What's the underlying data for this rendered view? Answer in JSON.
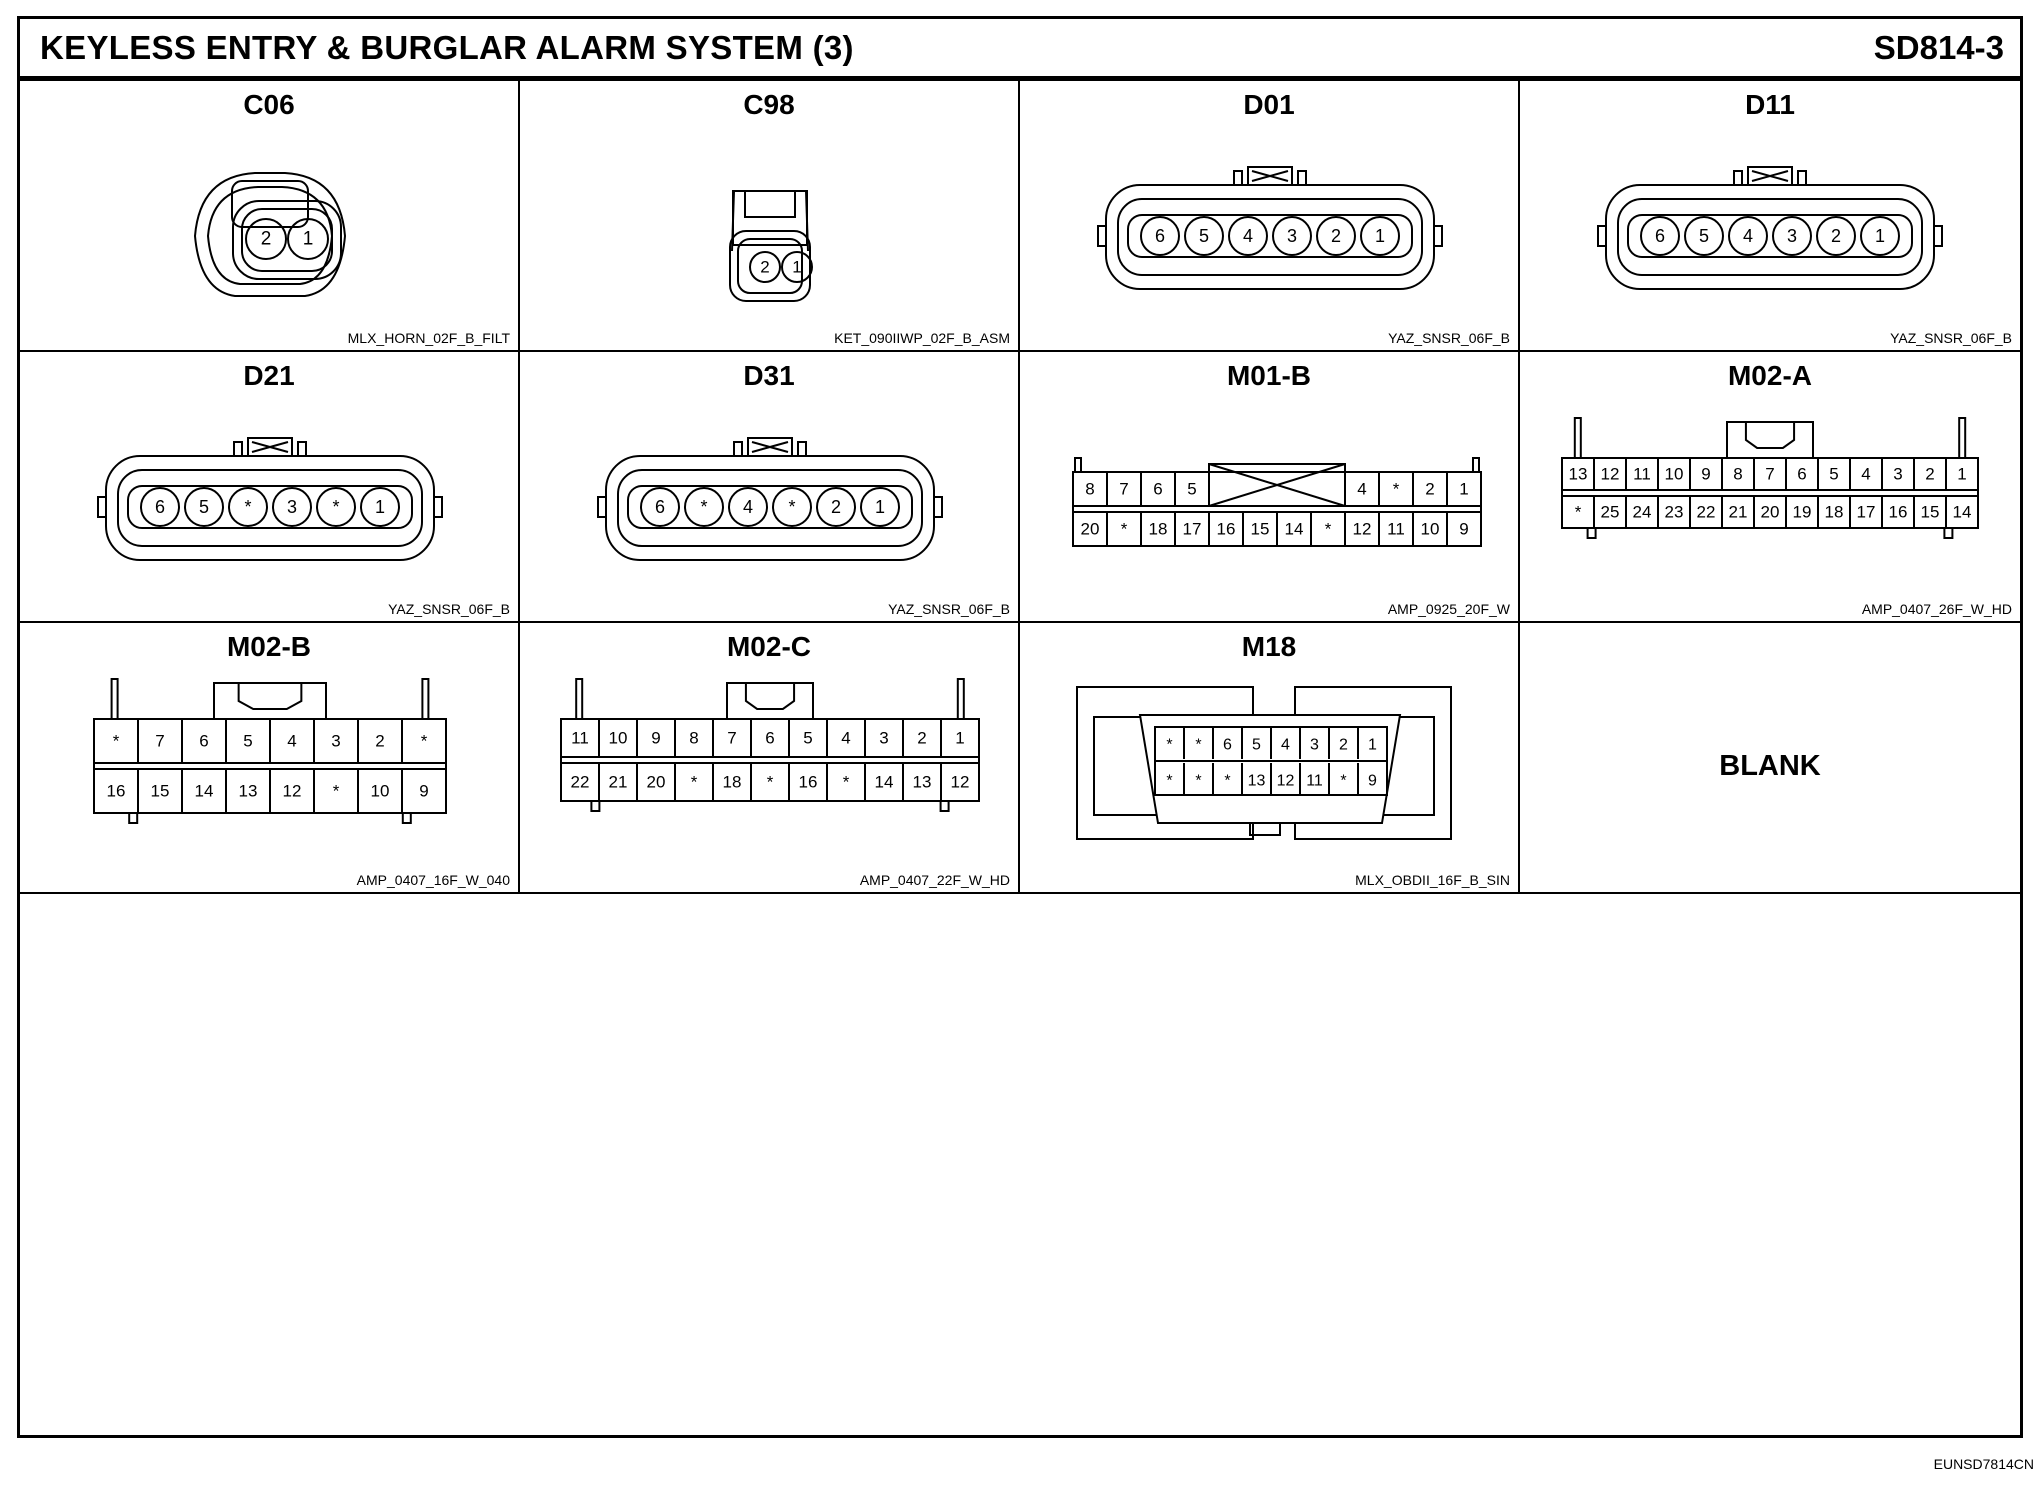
{
  "header": {
    "title": "KEYLESS ENTRY & BURGLAR ALARM SYSTEM (3)",
    "code": "SD814-3"
  },
  "footer_code": "EUNSD7814CN",
  "connectors": [
    {
      "name": "C06",
      "part": "MLX_HORN_02F_B_FILT",
      "style": "horn",
      "pins": [
        [
          "2",
          "1"
        ]
      ]
    },
    {
      "name": "C98",
      "part": "KET_090IIWP_02F_B_ASM",
      "style": "ket",
      "pins": [
        [
          "2",
          "1"
        ]
      ]
    },
    {
      "name": "D01",
      "part": "YAZ_SNSR_06F_B",
      "style": "round",
      "pins": [
        [
          "6",
          "5",
          "4",
          "3",
          "2",
          "1"
        ]
      ]
    },
    {
      "name": "D11",
      "part": "YAZ_SNSR_06F_B",
      "style": "round",
      "pins": [
        [
          "6",
          "5",
          "4",
          "3",
          "2",
          "1"
        ]
      ]
    },
    {
      "name": "D21",
      "part": "YAZ_SNSR_06F_B",
      "style": "round",
      "pins": [
        [
          "6",
          "5",
          "*",
          "3",
          "*",
          "1"
        ]
      ]
    },
    {
      "name": "D31",
      "part": "YAZ_SNSR_06F_B",
      "style": "round",
      "pins": [
        [
          "6",
          "*",
          "4",
          "*",
          "2",
          "1"
        ]
      ]
    },
    {
      "name": "M01-B",
      "part": "AMP_0925_20F_W",
      "style": "m01b",
      "pins": [
        [
          "8",
          "7",
          "6",
          "5",
          "",
          "4",
          "*",
          "2",
          "1"
        ],
        [
          "20",
          "*",
          "18",
          "17",
          "16",
          "15",
          "14",
          "*",
          "12",
          "11",
          "10",
          "9"
        ]
      ]
    },
    {
      "name": "M02-A",
      "part": "AMP_0407_26F_W_HD",
      "style": "grid",
      "pins": [
        [
          "13",
          "12",
          "11",
          "10",
          "9",
          "8",
          "7",
          "6",
          "5",
          "4",
          "3",
          "2",
          "1"
        ],
        [
          "*",
          "25",
          "24",
          "23",
          "22",
          "21",
          "20",
          "19",
          "18",
          "17",
          "16",
          "15",
          "14"
        ]
      ]
    },
    {
      "name": "M02-B",
      "part": "AMP_0407_16F_W_040",
      "style": "grid",
      "pins": [
        [
          "*",
          "7",
          "6",
          "5",
          "4",
          "3",
          "2",
          "*"
        ],
        [
          "16",
          "15",
          "14",
          "13",
          "12",
          "*",
          "10",
          "9"
        ]
      ]
    },
    {
      "name": "M02-C",
      "part": "AMP_0407_22F_W_HD",
      "style": "grid",
      "pins": [
        [
          "11",
          "10",
          "9",
          "8",
          "7",
          "6",
          "5",
          "4",
          "3",
          "2",
          "1"
        ],
        [
          "22",
          "21",
          "20",
          "*",
          "18",
          "*",
          "16",
          "*",
          "14",
          "13",
          "12"
        ]
      ]
    },
    {
      "name": "M18",
      "part": "MLX_OBDII_16F_B_SIN",
      "style": "obd",
      "pins": [
        [
          "*",
          "*",
          "6",
          "5",
          "4",
          "3",
          "2",
          "1"
        ],
        [
          "*",
          "*",
          "*",
          "13",
          "12",
          "11",
          "*",
          "9"
        ]
      ]
    },
    {
      "name": "",
      "part": "",
      "style": "blank",
      "label": "BLANK",
      "pins": []
    }
  ]
}
